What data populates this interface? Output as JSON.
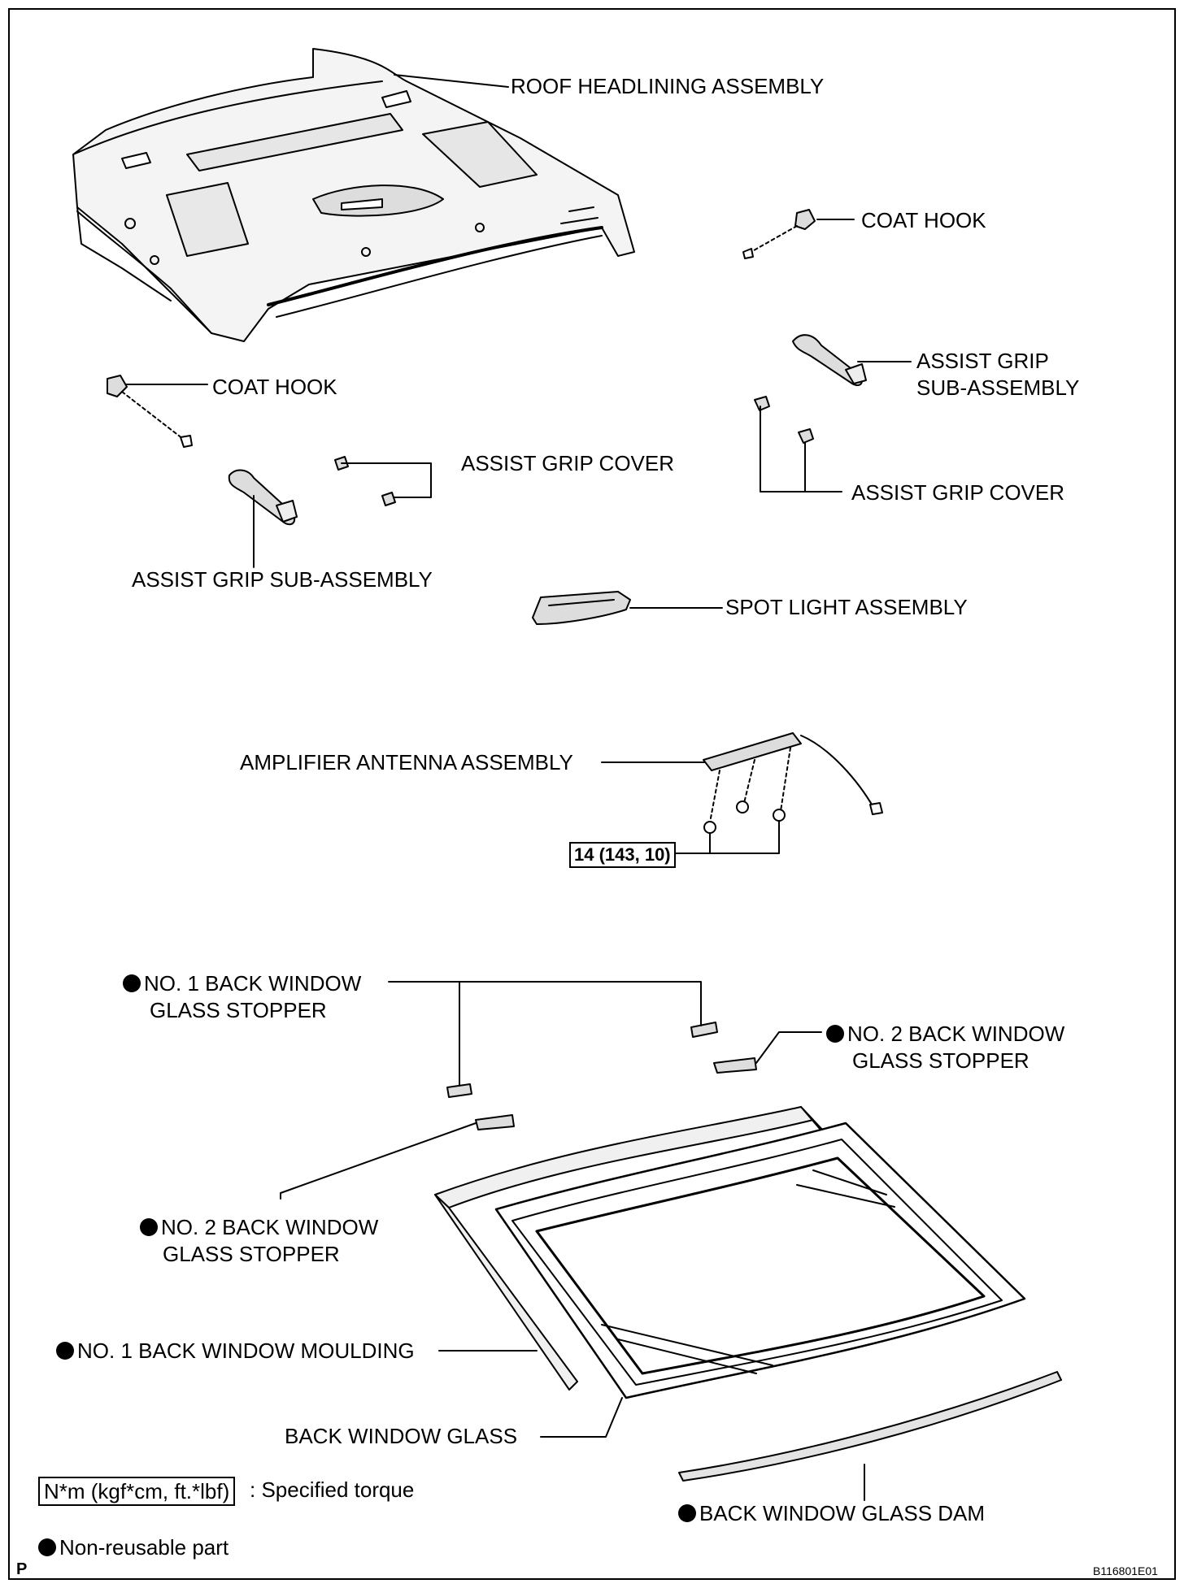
{
  "labels": {
    "roof_headlining": "ROOF HEADLINING ASSEMBLY",
    "coat_hook_right": "COAT HOOK",
    "coat_hook_left": "COAT HOOK",
    "assist_grip_right_line1": "ASSIST GRIP",
    "assist_grip_right_line2": "SUB-ASSEMBLY",
    "assist_grip_cover_left": "ASSIST GRIP COVER",
    "assist_grip_cover_right": "ASSIST GRIP COVER",
    "assist_grip_left": "ASSIST GRIP SUB-ASSEMBLY",
    "spot_light": "SPOT LIGHT ASSEMBLY",
    "amplifier_antenna": "AMPLIFIER ANTENNA ASSEMBLY",
    "torque_value": "14 (143, 10)",
    "stopper1_top_line1": "NO. 1 BACK WINDOW",
    "stopper1_top_line2": "GLASS STOPPER",
    "stopper2_right_line1": "NO. 2 BACK WINDOW",
    "stopper2_right_line2": "GLASS STOPPER",
    "stopper2_left_line1": "NO. 2 BACK WINDOW",
    "stopper2_left_line2": "GLASS STOPPER",
    "moulding": "NO. 1 BACK WINDOW MOULDING",
    "back_window_glass": "BACK WINDOW GLASS",
    "glass_dam": "BACK WINDOW GLASS DAM"
  },
  "legend": {
    "torque_unit": "N*m (kgf*cm, ft.*lbf)",
    "torque_text": ": Specified torque",
    "nonreusable_text": "Non-reusable part"
  },
  "footer": {
    "corner_mark": "P",
    "figure_code": "B116801E01"
  }
}
